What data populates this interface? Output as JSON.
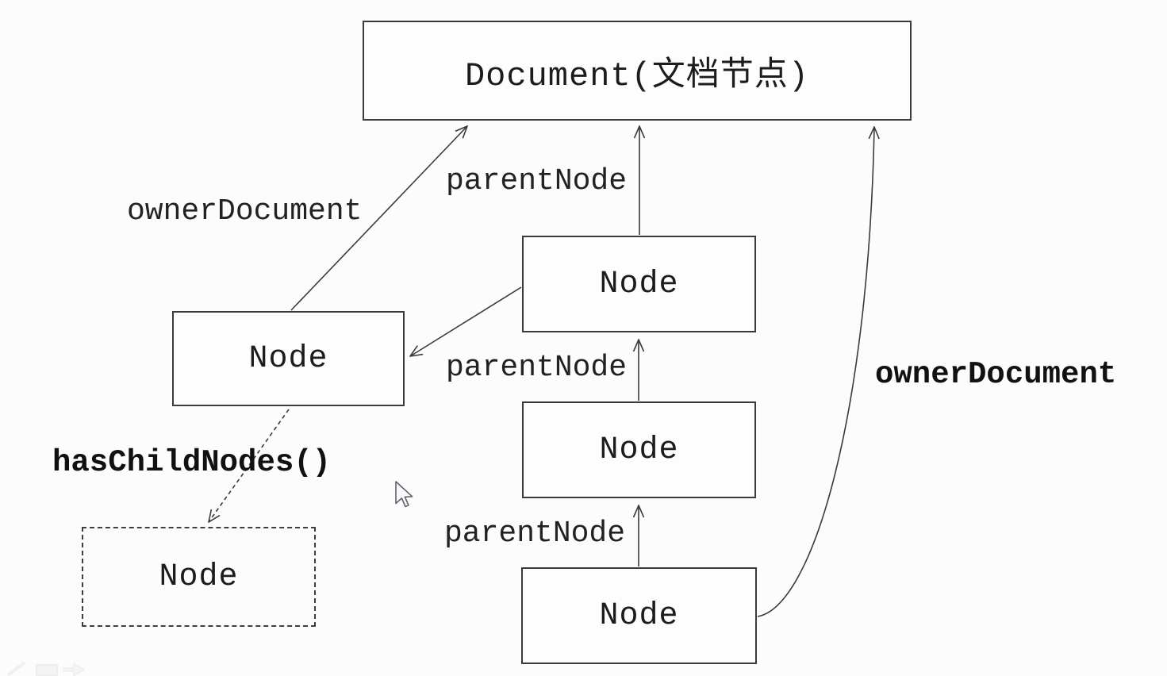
{
  "nodes": {
    "document": {
      "label": "Document(文档节点)"
    },
    "left": {
      "label": "Node"
    },
    "child_top": {
      "label": "Node"
    },
    "child_mid": {
      "label": "Node"
    },
    "child_bottom": {
      "label": "Node"
    },
    "dashed": {
      "label": "Node"
    }
  },
  "edge_labels": {
    "owner_document_left": "ownerDocument",
    "parent_node_top": "parentNode",
    "parent_node_mid": "parentNode",
    "parent_node_bottom": "parentNode",
    "owner_document_right": "ownerDocument",
    "has_child_nodes": "hasChildNodes()"
  },
  "colors": {
    "background": "#fcfcfc",
    "line": "#3a3a3a",
    "text": "#1c1c1c"
  }
}
